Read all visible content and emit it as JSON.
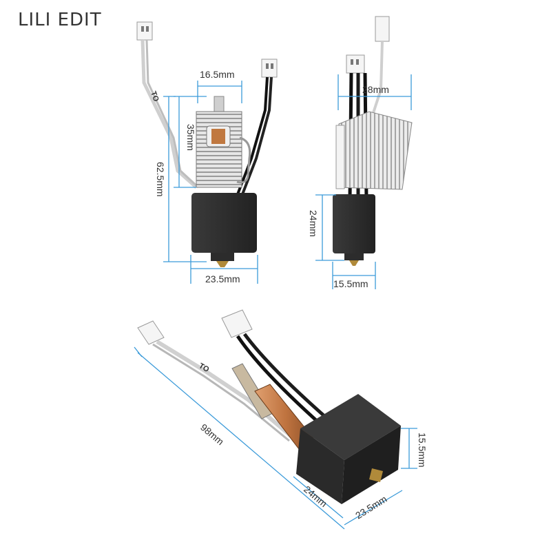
{
  "brand": {
    "text": "LILI EDIT"
  },
  "colors": {
    "dimension_line": "#3a9ad9",
    "block": "#2b2b2b",
    "heatsink": "#d8d8d8",
    "copper": "#c8844e",
    "nozzle": "#b08a3a"
  },
  "product_views": {
    "front": {
      "width_top": "16.5mm",
      "heatsink_height": "35mm",
      "total_height": "62.5mm",
      "block_width": "23.5mm",
      "cable_tag": "TO"
    },
    "side": {
      "heatsink_width": "28mm",
      "block_height": "24mm",
      "block_depth": "15.5mm"
    },
    "iso": {
      "total_length": "98mm",
      "block_height": "15.5mm",
      "block_length": "24mm",
      "block_width": "23.5mm",
      "cable_tag": "TO"
    }
  }
}
